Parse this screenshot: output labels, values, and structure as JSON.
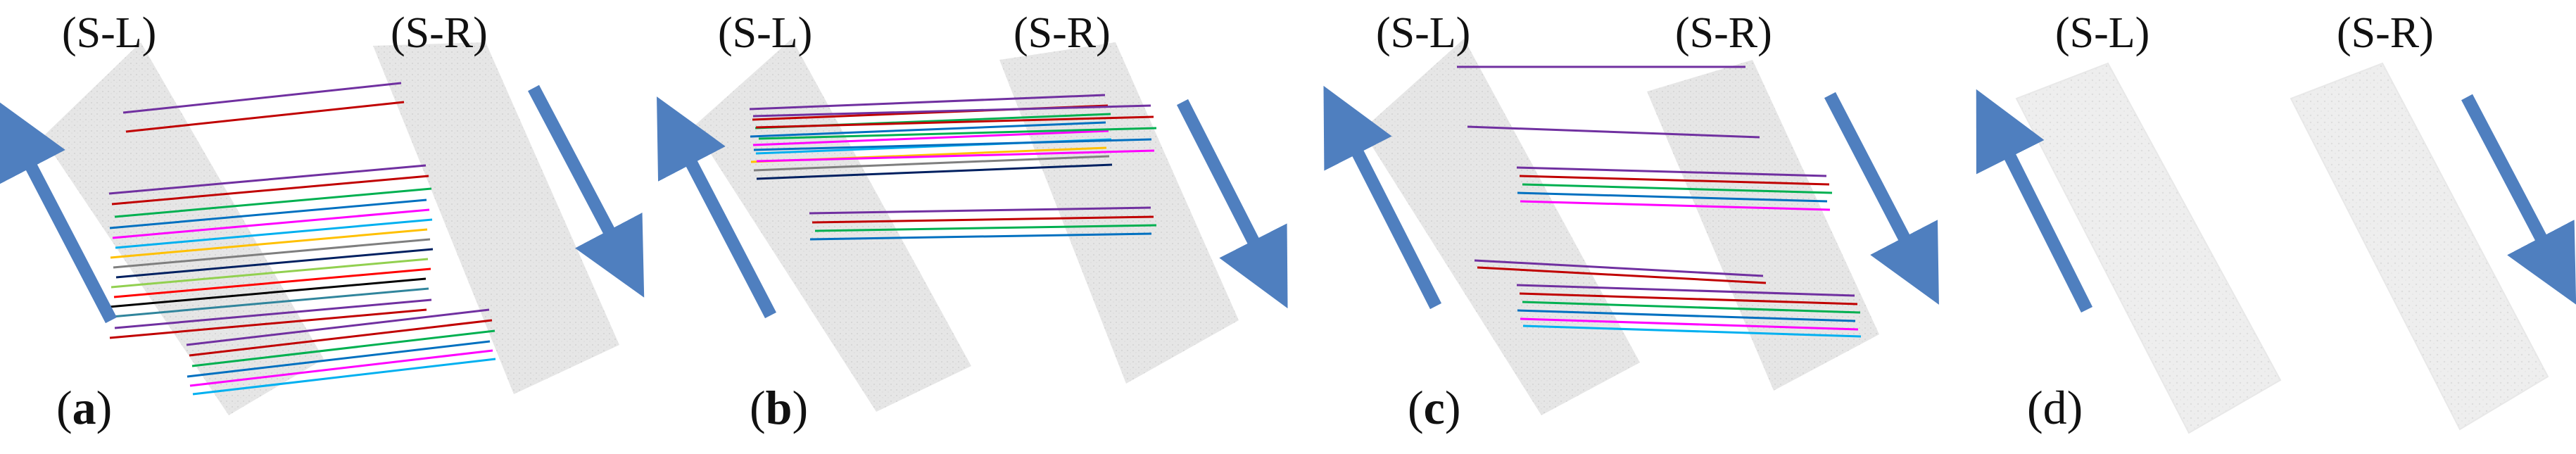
{
  "figure": {
    "panels": [
      {
        "id": "a",
        "label_open": "(",
        "label_letter": "a",
        "label_close": ")",
        "left_strip": "(S-L)",
        "right_strip": "(S-R)",
        "letter_bold": true
      },
      {
        "id": "b",
        "label_open": "(",
        "label_letter": "b",
        "label_close": ")",
        "left_strip": "(S-L)",
        "right_strip": "(S-R)",
        "letter_bold": true
      },
      {
        "id": "c",
        "label_open": "(",
        "label_letter": "c",
        "label_close": ")",
        "left_strip": "(S-L)",
        "right_strip": "(S-R)",
        "letter_bold": true
      },
      {
        "id": "d",
        "label_open": "(",
        "label_letter": "d",
        "label_close": ")",
        "left_strip": "(S-L)",
        "right_strip": "(S-R)",
        "letter_bold": false
      }
    ],
    "arrow_color": "#4f7fbf",
    "strip_color": "#e3e3e3",
    "match_line_colors": [
      "#7030a0",
      "#c00000",
      "#00b050",
      "#0070c0",
      "#ff00ff",
      "#00b0f0",
      "#ffc000",
      "#7f7f7f",
      "#002060",
      "#92d050",
      "#ff0000",
      "#000000",
      "#31859c"
    ]
  }
}
